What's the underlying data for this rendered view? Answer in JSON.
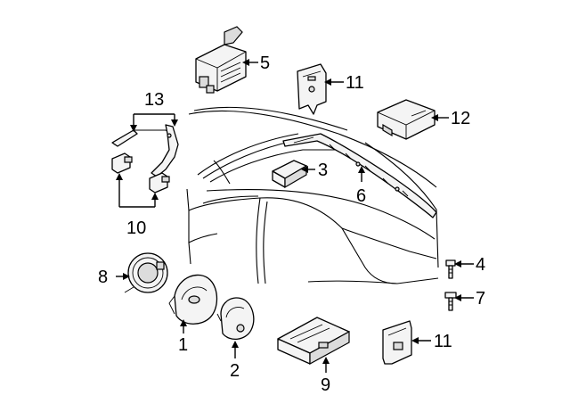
{
  "diagram": {
    "callouts": {
      "c1": "1",
      "c2": "2",
      "c3": "3",
      "c4": "4",
      "c5": "5",
      "c6": "6",
      "c7": "7",
      "c8": "8",
      "c9": "9",
      "c10": "10",
      "c11a": "11",
      "c11b": "11",
      "c12": "12",
      "c13": "13"
    }
  }
}
